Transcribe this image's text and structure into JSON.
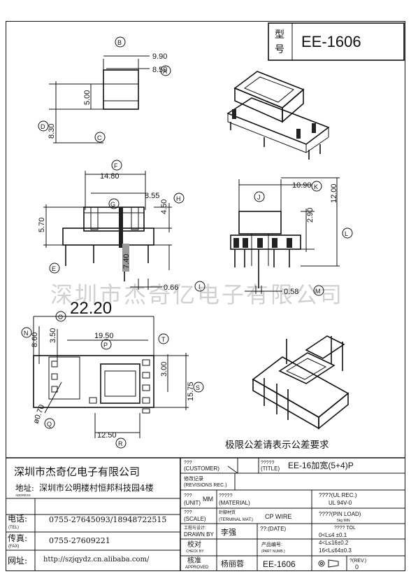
{
  "model": {
    "label": "型号",
    "label_top": "型",
    "label_bottom": "号",
    "value": "EE-1606"
  },
  "watermark": "深圳市杰奇亿电子有限公司",
  "note": "极限公差请表示公差要求",
  "dimensions": {
    "d990": "9.90",
    "d850": "8.50",
    "d500": "5.00",
    "d830": "8.30",
    "d1480": "14.80",
    "d855": "8.55",
    "d450": "4.50",
    "d570": "5.70",
    "d740": "7.40",
    "d066": "0.66",
    "d1090": "10.90",
    "d290": "2.90",
    "d1200": "12.00",
    "d058": "0.58",
    "d2220": "22.20",
    "d860": "8.60",
    "d350": "3.50",
    "d1950": "19.50",
    "d300": "3.00",
    "d1575": "15.75",
    "d070": "ø0.70",
    "d1250": "12.50"
  },
  "callouts": [
    "B",
    "A",
    "C",
    "D",
    "F",
    "G",
    "H",
    "E",
    "J",
    "K",
    "L",
    "I",
    "M",
    "N",
    "O",
    "P",
    "T",
    "S",
    "Q",
    "R"
  ],
  "company": {
    "name": "深圳市杰奇亿电子有限公司",
    "address_label": "地址:",
    "address_sub": "ADDRESS",
    "address": "深圳市公明楼村恒邦科技园4楼",
    "tel_label": "电话:",
    "tel_sub": "(TEL)",
    "tel": "0755-27645093/18948722515",
    "fax_label": "传真:",
    "fax_sub": "(FAX)",
    "fax": "0755-27609221",
    "web_label": "网址:",
    "web": "http://szjqydz.cn.alibaba.com/"
  },
  "titleblock": {
    "customer_label": "???",
    "customer_sub": "(CUSTOMER)",
    "title_label": "?????",
    "title_sub": "(TITLE)",
    "title_value": "EE-16加宽(5+4)P",
    "revision_label": "修改记录",
    "revision_sub": "(REVISIONS REC.)",
    "unit_label": "???",
    "unit_sub": "(UNIT)",
    "unit_value": "MM",
    "material_label": "?????",
    "material_sub": "(MATERIAL)",
    "ul_label": "????(UL REC.)",
    "ul_value": "UL 94V-0",
    "scale_label": "???",
    "scale_sub": "(SCALE)",
    "terminal_label": "針腳材質",
    "terminal_sub": "(TERMINAL MAT.)",
    "terminal_value": "CP WIRE",
    "pin_load_label": "????(PIN LOAD)",
    "pin_load_sub": "5kg MIN",
    "drawn_label": "工程与设计:",
    "drawn_sub": "DRAWN BY",
    "drawn_value": "李强",
    "date_label": "??:(DATE)",
    "tol_label": "???? TOL",
    "tol_1": "0<L≤4 ±0.1",
    "tol_2": "4<L≤16±0.2",
    "tol_3": "16<L≤64±0.3",
    "check_label": "校对",
    "check_sub": "CHECK BY",
    "product_label": "产品编号:",
    "product_sub": "(PART NUMB.)",
    "approve_label": "核准",
    "approve_sub": "APPROVED",
    "approve_value": "杨丽蓉",
    "part_value": "EE-1606",
    "rev_label": "?(REV.)",
    "rev_value": "0"
  }
}
